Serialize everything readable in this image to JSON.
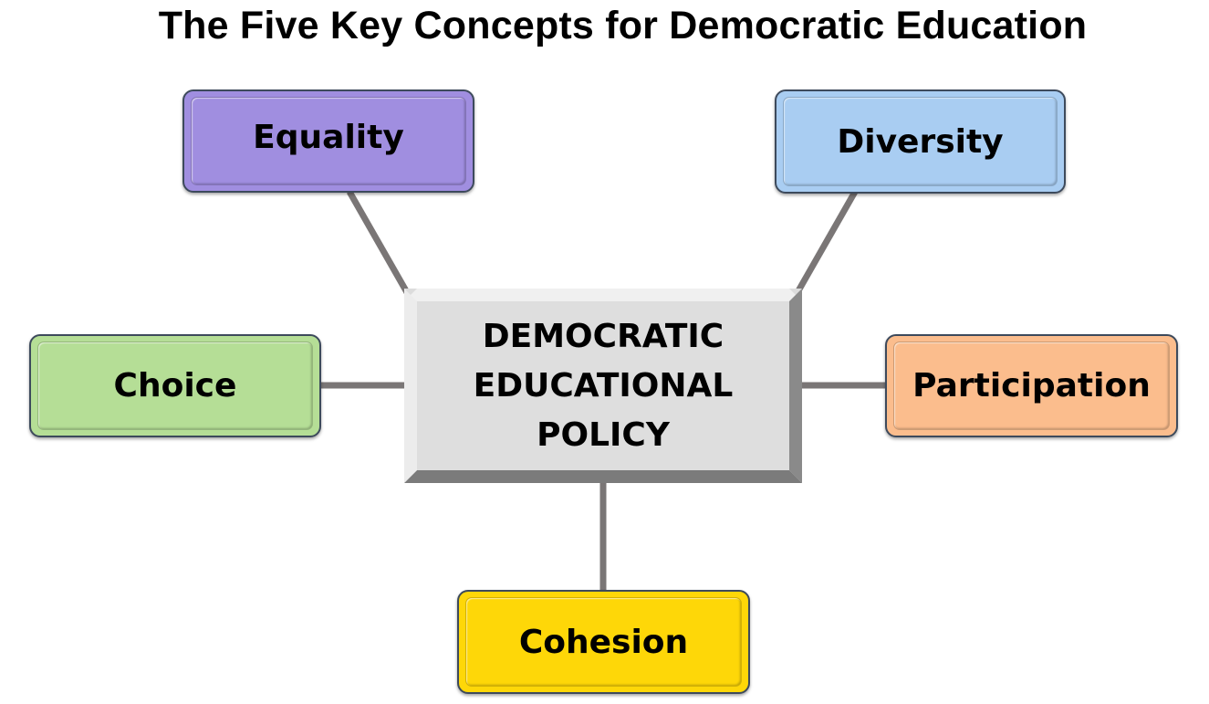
{
  "title": "The Five Key Concepts for Democratic Education",
  "center": {
    "lines": [
      "DEMOCRATIC",
      "EDUCATIONAL",
      "POLICY"
    ],
    "color": "#dedede"
  },
  "concepts": {
    "equality": {
      "label": "Equality",
      "color": "#a08ee0"
    },
    "diversity": {
      "label": "Diversity",
      "color": "#a9cdf2"
    },
    "choice": {
      "label": "Choice",
      "color": "#b5de96"
    },
    "participation": {
      "label": "Participation",
      "color": "#fbbd8d"
    },
    "cohesion": {
      "label": "Cohesion",
      "color": "#fed708"
    }
  },
  "connector_color": "#7a7676"
}
